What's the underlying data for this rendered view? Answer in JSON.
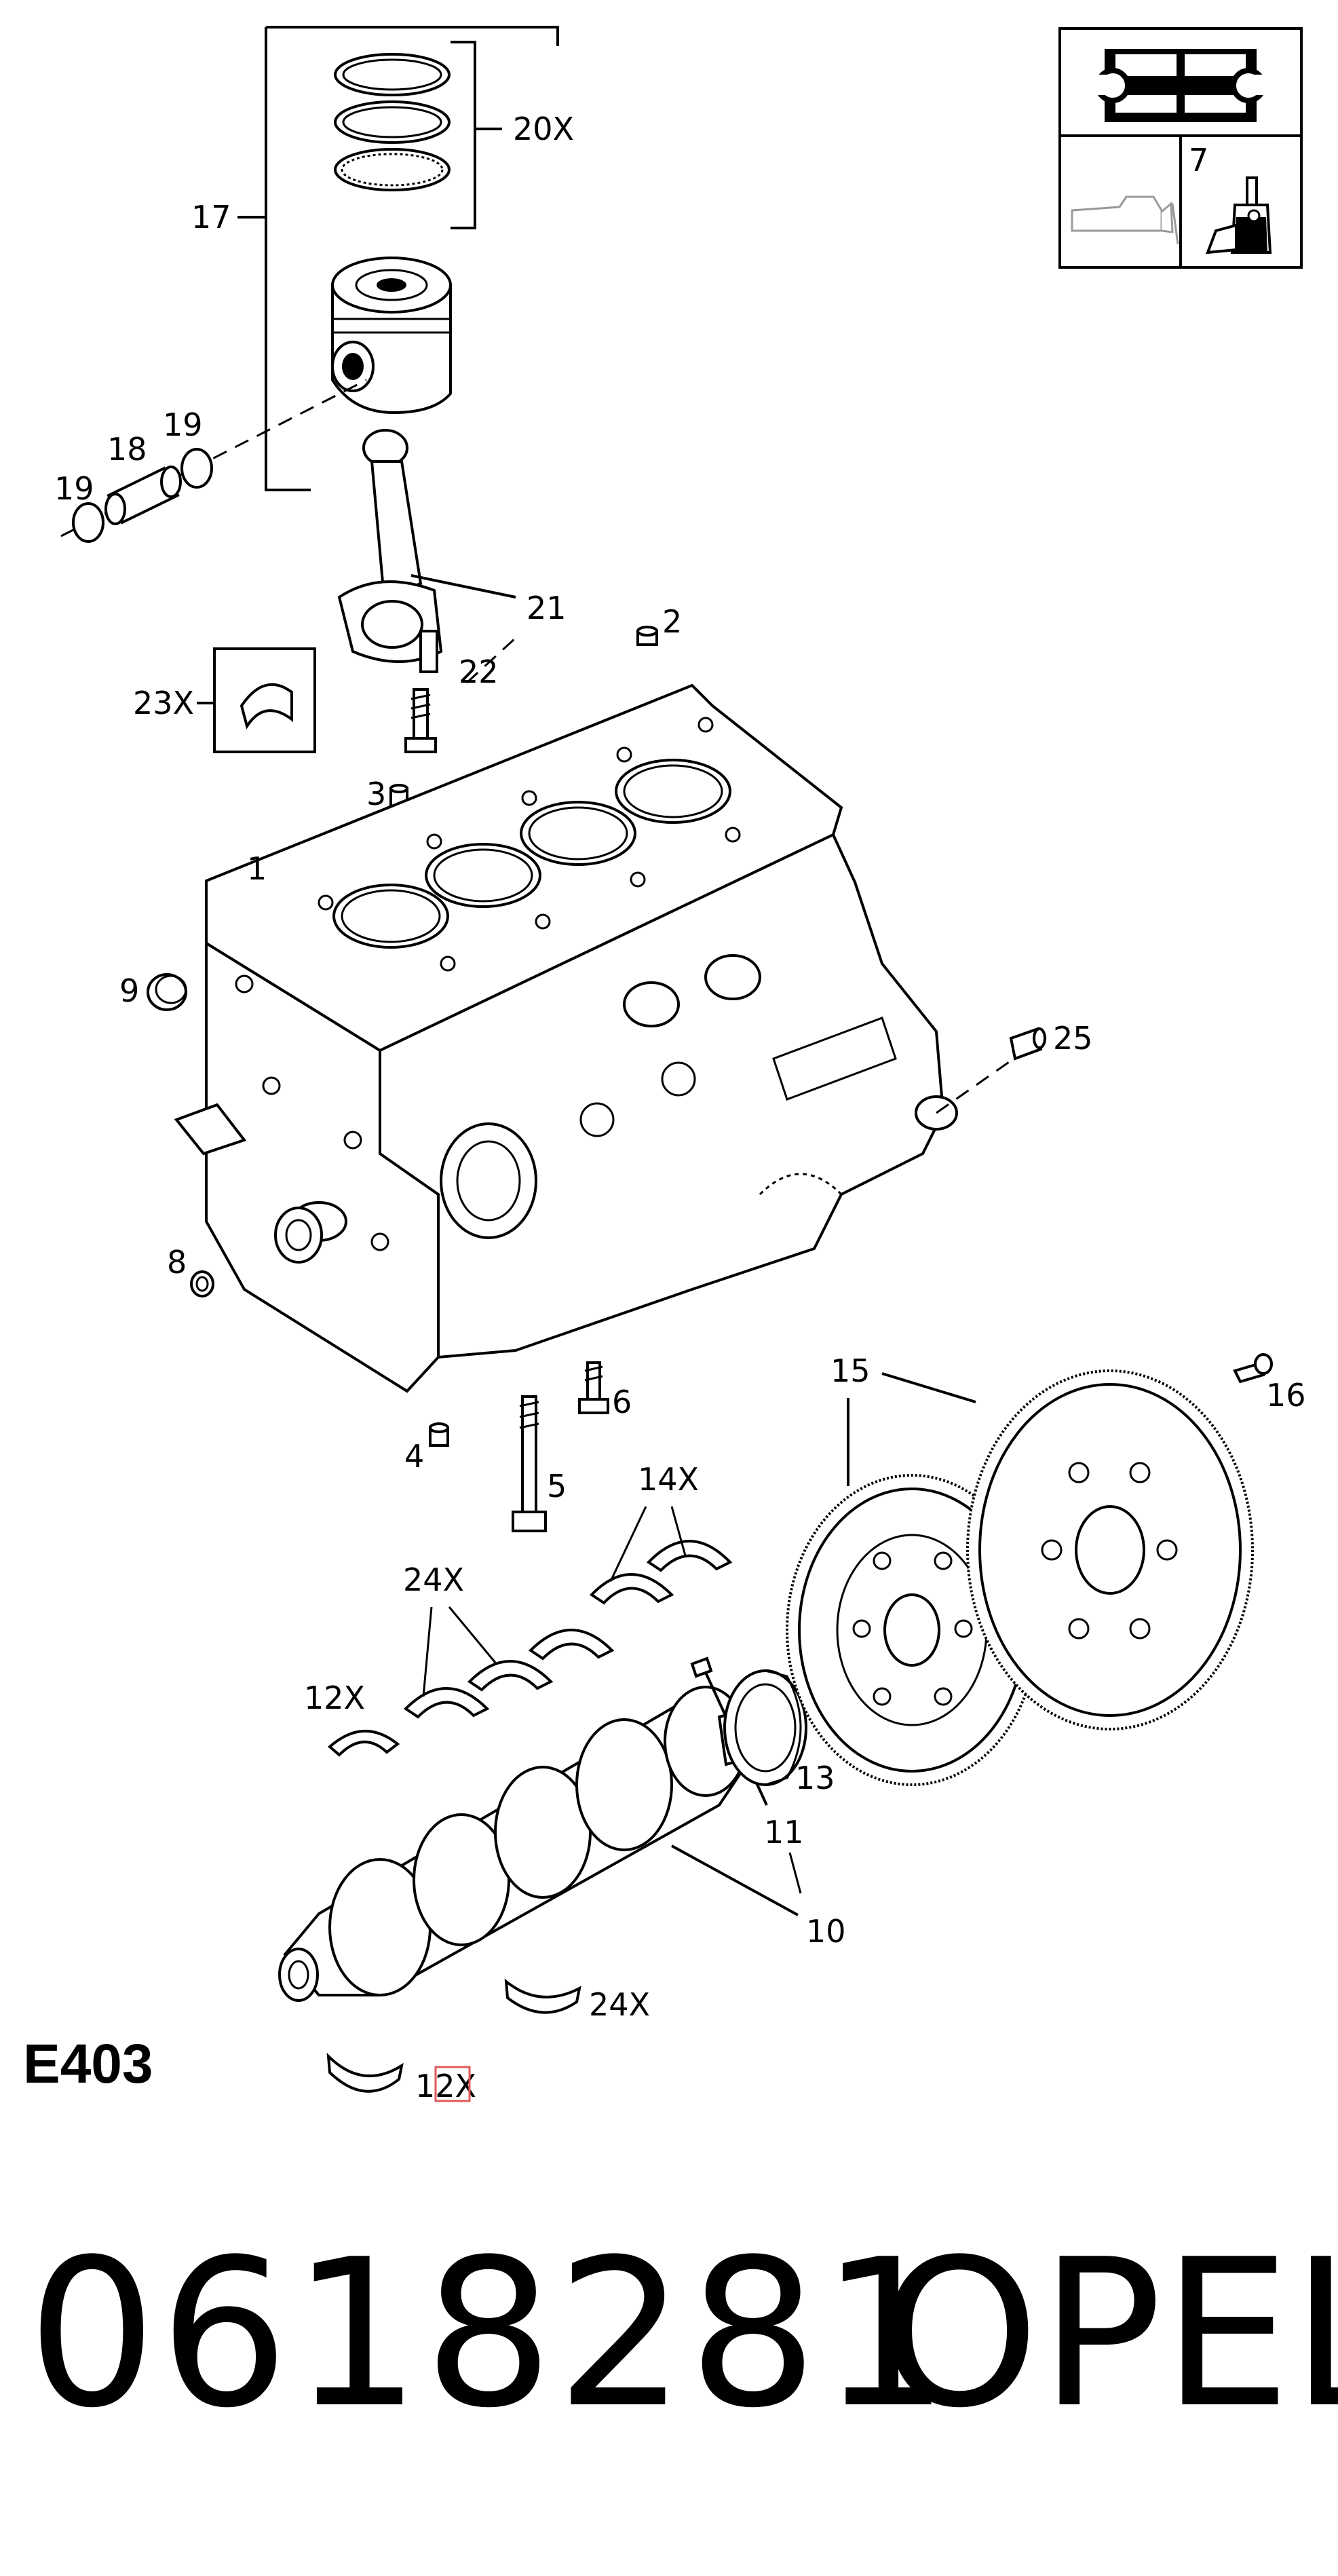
{
  "diagram": {
    "code": "E403",
    "part_number": "0618281",
    "brand": "OPEL",
    "callouts": {
      "c1": "1",
      "c2": "2",
      "c3": "3",
      "c4": "4",
      "c5": "5",
      "c6": "6",
      "c7": "7",
      "c8": "8",
      "c9": "9",
      "c10": "10",
      "c11": "11",
      "c12x_a": "12X",
      "c12x_b": "12X",
      "c13": "13",
      "c14x": "14X",
      "c15": "15",
      "c16": "16",
      "c17": "17",
      "c18": "18",
      "c19_a": "19",
      "c19_b": "19",
      "c20x": "20X",
      "c21": "21",
      "c22": "22",
      "c23x": "23X",
      "c24x_a": "24X",
      "c24x_b": "24X",
      "c25": "25"
    },
    "icons": [
      "manual-wrench-icon",
      "oil-can-icon",
      "sealant-bottle-icon"
    ]
  }
}
